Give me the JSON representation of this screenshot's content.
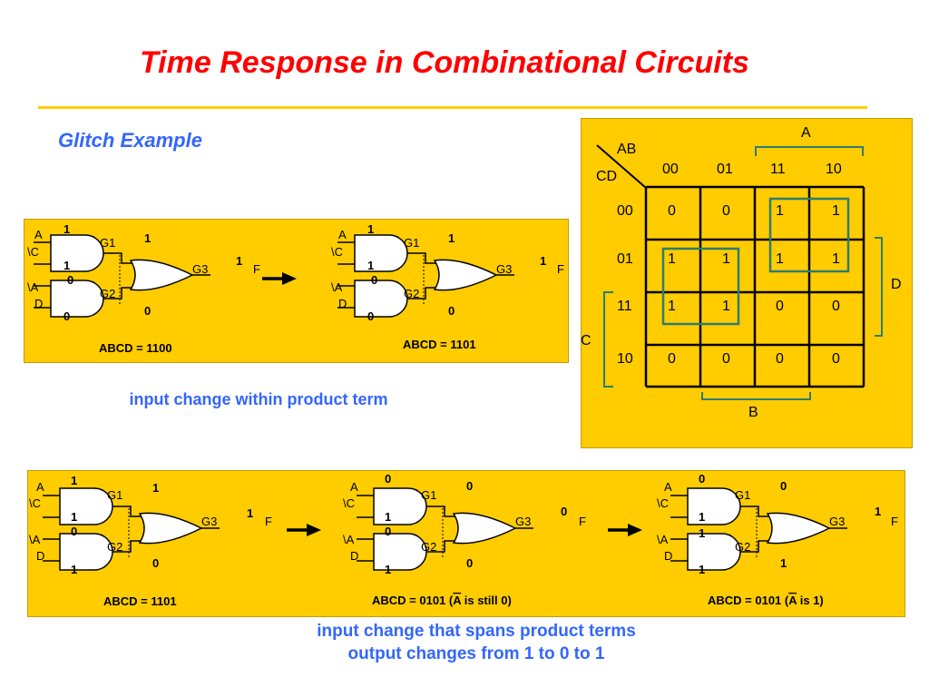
{
  "title": "Time Response in Combinational Circuits",
  "subtitle": "Glitch Example",
  "caption_top": "input change within product term",
  "caption_bottom_1": "input change that spans product terms",
  "caption_bottom_2": "output changes from 1 to 0 to 1",
  "gate_labels": {
    "g1": "G1",
    "g2": "G2",
    "g3": "G3",
    "out": "F"
  },
  "input_labels": {
    "a": "A",
    "nc": "\\C",
    "na": "\\A",
    "d": "D"
  },
  "circuits_top": [
    {
      "a": "1",
      "nc": "1",
      "na": "0",
      "d": "0",
      "g1": "1",
      "g2": "0",
      "f": "1",
      "caption": "ABCD = 1100"
    },
    {
      "a": "1",
      "nc": "1",
      "na": "0",
      "d": "0",
      "g1": "1",
      "g2": "0",
      "f": "1",
      "caption": "ABCD = 1101"
    }
  ],
  "circuits_bottom": [
    {
      "a": "1",
      "nc": "1",
      "na": "0",
      "d": "1",
      "g1": "1",
      "g2": "0",
      "f": "1",
      "caption": "ABCD = 1101"
    },
    {
      "a": "0",
      "nc": "1",
      "na": "0",
      "d": "1",
      "g1": "0",
      "g2": "0",
      "f": "0",
      "caption_pre": "ABCD = 0101 (",
      "caption_bar": "A",
      "caption_post": " is still 0)"
    },
    {
      "a": "0",
      "nc": "1",
      "na": "1",
      "d": "1",
      "g1": "0",
      "g2": "1",
      "f": "1",
      "caption_pre": "ABCD = 0101 (",
      "caption_bar": "A",
      "caption_post": " is 1)"
    }
  ],
  "kmap": {
    "corner_ab": "AB",
    "corner_cd": "CD",
    "col_headers": [
      "00",
      "01",
      "11",
      "10"
    ],
    "row_headers": [
      "00",
      "01",
      "11",
      "10"
    ],
    "cells": [
      [
        "0",
        "0",
        "1",
        "1"
      ],
      [
        "1",
        "1",
        "1",
        "1"
      ],
      [
        "1",
        "1",
        "0",
        "0"
      ],
      [
        "0",
        "0",
        "0",
        "0"
      ]
    ],
    "var_a": "A",
    "var_b": "B",
    "var_c": "C",
    "var_d": "D",
    "group_color": "#2e7d6e"
  }
}
